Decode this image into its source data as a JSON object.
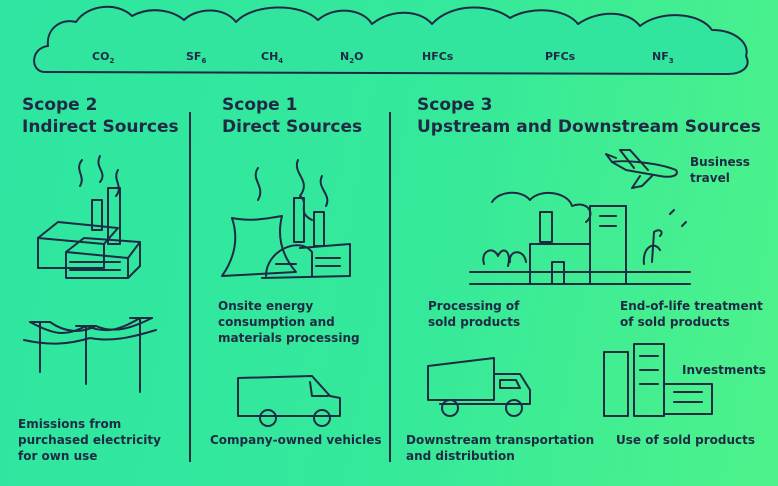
{
  "gases": [
    {
      "base": "CO",
      "sub": "2"
    },
    {
      "base": "SF",
      "sub": "6"
    },
    {
      "base": "CH",
      "sub": "4"
    },
    {
      "base": "N",
      "sub": "2",
      "tail": "O"
    },
    {
      "base": "HFCs",
      "sub": ""
    },
    {
      "base": "PFCs",
      "sub": ""
    },
    {
      "base": "NF",
      "sub": "3"
    }
  ],
  "scope2": {
    "title_line1": "Scope 2",
    "title_line2": "Indirect Sources",
    "label": "Emissions from\npurchased electricity\nfor own use"
  },
  "scope1": {
    "title_line1": "Scope 1",
    "title_line2": "Direct Sources",
    "label_energy": "Onsite energy\nconsumption and\nmaterials processing",
    "label_vehicles": "Company-owned vehicles"
  },
  "scope3": {
    "title_line1": "Scope 3",
    "title_line2": "Upstream and Downstream Sources",
    "business_travel": "Business\ntravel",
    "processing": "Processing of\nsold products",
    "end_of_life": "End-of-life treatment\nof sold products",
    "investments": "Investments",
    "transport": "Downstream transportation\nand distribution",
    "use": "Use of sold products"
  },
  "colors": {
    "ink": "#1f2a44",
    "bg_start": "#2ee6a2",
    "bg_end": "#4ef28a",
    "cloud": "#31e59e"
  }
}
